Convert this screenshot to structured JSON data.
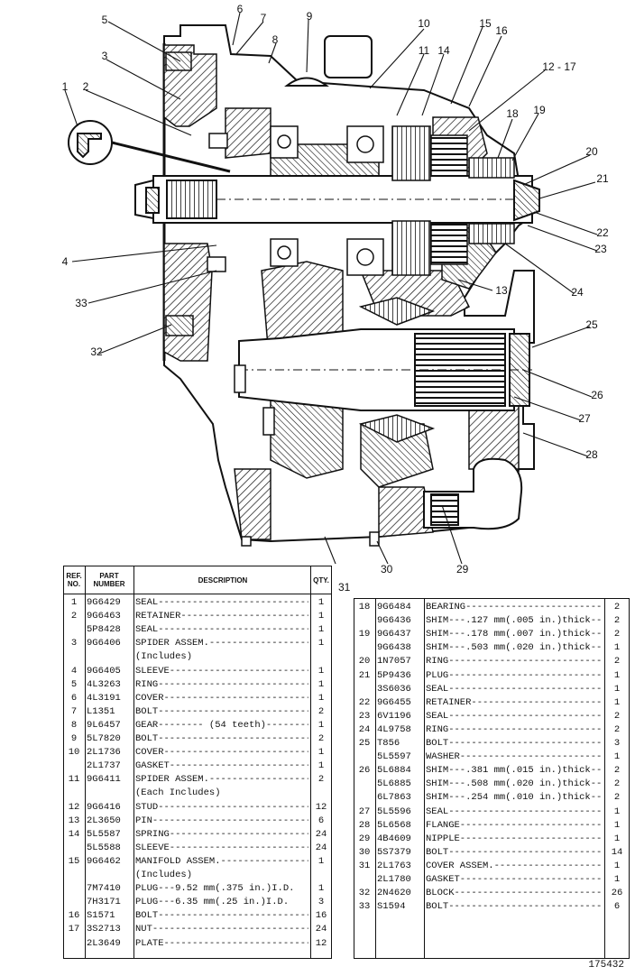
{
  "drawing": {
    "callouts": [
      "1",
      "2",
      "3",
      "4",
      "5",
      "6",
      "7",
      "8",
      "9",
      "10",
      "11",
      "12 - 17",
      "13",
      "14",
      "15",
      "16",
      "18",
      "19",
      "20",
      "21",
      "22",
      "23",
      "24",
      "25",
      "26",
      "27",
      "28",
      "29",
      "30",
      "31",
      "32",
      "33"
    ]
  },
  "table_left": {
    "headers": {
      "ref": "REF. NO.",
      "part": "PART NUMBER",
      "desc": "DESCRIPTION",
      "qty": "QTY."
    },
    "rows": [
      {
        "ref": "1",
        "part": "9G6429",
        "desc": "SEAL------------------------------",
        "qty": "1"
      },
      {
        "ref": "2",
        "part": "9G6463",
        "desc": "RETAINER-------------------------",
        "qty": "1"
      },
      {
        "ref": "",
        "part": "5P8428",
        "desc": "SEAL------------------------------",
        "qty": "1"
      },
      {
        "ref": "3",
        "part": "9G6406",
        "desc": "SPIDER ASSEM.--------------------",
        "qty": "1"
      },
      {
        "ref": "",
        "part": "",
        "desc": "   (Includes)",
        "qty": ""
      },
      {
        "ref": "4",
        "part": "9G6405",
        "desc": "   SLEEVE--------------------------",
        "qty": "1"
      },
      {
        "ref": "5",
        "part": "4L3263",
        "desc": "RING------------------------------",
        "qty": "1"
      },
      {
        "ref": "6",
        "part": "4L3191",
        "desc": "COVER-----------------------------",
        "qty": "1"
      },
      {
        "ref": "7",
        "part": "L1351",
        "desc": "BOLT------------------------------",
        "qty": "2"
      },
      {
        "ref": "8",
        "part": "9L6457",
        "desc": "GEAR-------- (54 teeth)----------",
        "qty": "1"
      },
      {
        "ref": "9",
        "part": "5L7820",
        "desc": "BOLT------------------------------",
        "qty": "2"
      },
      {
        "ref": "10",
        "part": "2L1736",
        "desc": "COVER-----------------------------",
        "qty": "1"
      },
      {
        "ref": "",
        "part": "2L1737",
        "desc": "GASKET----------------------------",
        "qty": "1"
      },
      {
        "ref": "11",
        "part": "9G6411",
        "desc": "SPIDER ASSEM.--------------------",
        "qty": "2"
      },
      {
        "ref": "",
        "part": "",
        "desc": "   (Each Includes)",
        "qty": ""
      },
      {
        "ref": "12",
        "part": "9G6416",
        "desc": "   STUD---------------------------",
        "qty": "12"
      },
      {
        "ref": "13",
        "part": "2L3650",
        "desc": "   PIN----------------------------",
        "qty": "6"
      },
      {
        "ref": "14",
        "part": "5L5587",
        "desc": "SPRING----------------------------",
        "qty": "24"
      },
      {
        "ref": "",
        "part": "5L5588",
        "desc": "SLEEVE----------------------------",
        "qty": "24"
      },
      {
        "ref": "15",
        "part": "9G6462",
        "desc": "MANIFOLD ASSEM.-------------------",
        "qty": "1"
      },
      {
        "ref": "",
        "part": "",
        "desc": "   (Includes)",
        "qty": ""
      },
      {
        "ref": "",
        "part": "7M7410",
        "desc": "   PLUG---9.52 mm(.375 in.)I.D.",
        "qty": "1"
      },
      {
        "ref": "",
        "part": "7H3171",
        "desc": "   PLUG---6.35 mm(.25 in.)I.D.",
        "qty": "3"
      },
      {
        "ref": "16",
        "part": "S1571",
        "desc": "BOLT------------------------------",
        "qty": "16"
      },
      {
        "ref": "17",
        "part": "3S2713",
        "desc": "NUT-------------------------------",
        "qty": "24"
      },
      {
        "ref": "",
        "part": "2L3649",
        "desc": "PLATE-----------------------------",
        "qty": "12"
      }
    ]
  },
  "table_right": {
    "rows": [
      {
        "ref": "18",
        "part": "9G6484",
        "desc": "BEARING---------------------------",
        "qty": "2"
      },
      {
        "ref": "",
        "part": "9G6436",
        "desc": "SHIM---.127 mm(.005 in.)thick---",
        "qty": "2"
      },
      {
        "ref": "19",
        "part": "9G6437",
        "desc": "SHIM---.178 mm(.007 in.)thick---",
        "qty": "2"
      },
      {
        "ref": "",
        "part": "9G6438",
        "desc": "SHIM---.503 mm(.020 in.)thick---",
        "qty": "1"
      },
      {
        "ref": "20",
        "part": "1N7057",
        "desc": "RING------------------------------",
        "qty": "2"
      },
      {
        "ref": "21",
        "part": "5P9436",
        "desc": "PLUG------------------------------",
        "qty": "1"
      },
      {
        "ref": "",
        "part": "3S6036",
        "desc": "SEAL------------------------------",
        "qty": "1"
      },
      {
        "ref": "22",
        "part": "9G6455",
        "desc": "RETAINER--------------------------",
        "qty": "1"
      },
      {
        "ref": "23",
        "part": "6V1196",
        "desc": "SEAL------------------------------",
        "qty": "2"
      },
      {
        "ref": "24",
        "part": "4L9758",
        "desc": "RING------------------------------",
        "qty": "2"
      },
      {
        "ref": "25",
        "part": "T856",
        "desc": "BOLT------------------------------",
        "qty": "3"
      },
      {
        "ref": "",
        "part": "5L5597",
        "desc": "WASHER----------------------------",
        "qty": "1"
      },
      {
        "ref": "26",
        "part": "5L6884",
        "desc": "SHIM---.381 mm(.015 in.)thick---",
        "qty": "2"
      },
      {
        "ref": "",
        "part": "5L6885",
        "desc": "SHIM---.508 mm(.020 in.)thick---",
        "qty": "2"
      },
      {
        "ref": "",
        "part": "6L7863",
        "desc": "SHIM---.254 mm(.010 in.)thick---",
        "qty": "2"
      },
      {
        "ref": "27",
        "part": "5L5596",
        "desc": "SEAL------------------------------",
        "qty": "1"
      },
      {
        "ref": "28",
        "part": "5L6568",
        "desc": "FLANGE----------------------------",
        "qty": "1"
      },
      {
        "ref": "29",
        "part": "4B4609",
        "desc": "NIPPLE----------------------------",
        "qty": "1"
      },
      {
        "ref": "30",
        "part": "5S7379",
        "desc": "BOLT------------------------------",
        "qty": "14"
      },
      {
        "ref": "31",
        "part": "2L1763",
        "desc": "COVER ASSEM.----------------------",
        "qty": "1"
      },
      {
        "ref": "",
        "part": "2L1780",
        "desc": "GASKET----------------------------",
        "qty": "1"
      },
      {
        "ref": "32",
        "part": "2N4620",
        "desc": "BLOCK-----------------------------",
        "qty": "26"
      },
      {
        "ref": "33",
        "part": "S1594",
        "desc": "BOLT------------------------------",
        "qty": "6"
      }
    ]
  },
  "footer": {
    "catalog_number": "175432"
  }
}
